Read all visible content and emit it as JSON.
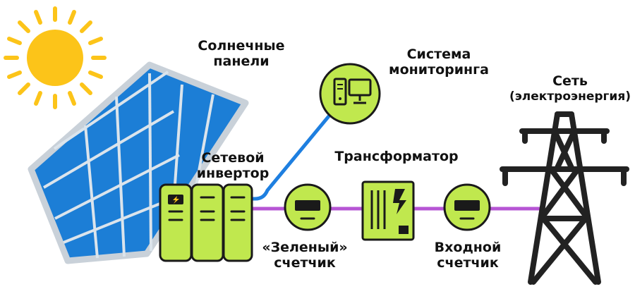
{
  "labels": {
    "solar_panels": [
      "Солнечные",
      "панели"
    ],
    "monitoring": [
      "Система",
      "мониторинга"
    ],
    "grid": [
      "Сеть",
      "(электроэнергия)"
    ],
    "inverter": [
      "Сетевой",
      "инвертор"
    ],
    "transformer": "Трансформатор",
    "green_meter": [
      "«Зеленый»",
      "счетчик"
    ],
    "input_meter": [
      "Входной",
      "счетчик"
    ]
  },
  "icons": {
    "sun": "sun-icon",
    "solar_panel": "solar-panel-icon",
    "inverter": "inverter-icon",
    "computer": "computer-icon",
    "meter": "meter-icon",
    "transformer": "transformer-icon",
    "pylon": "power-pylon-icon"
  },
  "colors": {
    "sun": "#fcc419",
    "panel_blue": "#1c7ed6",
    "panel_frame": "#c9d1d9",
    "component_green": "#c0e84e",
    "outline": "#1a1a1a",
    "power_line": "#b655d4",
    "data_line": "#1e7fe0",
    "pylon": "#222222"
  }
}
